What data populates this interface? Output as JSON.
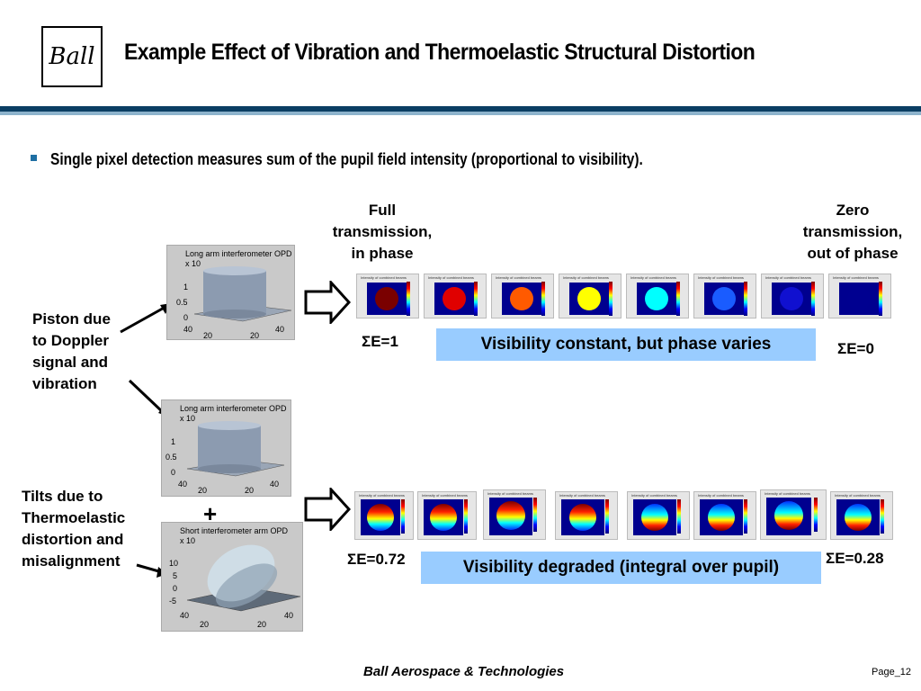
{
  "logo_text": "Ball",
  "title": "Example Effect of Vibration and Thermoelastic Structural Distortion",
  "bullet": "Single pixel detection measures sum of the pupil field intensity (proportional to visibility).",
  "labels": {
    "full": "Full\ntransmission,\nin phase",
    "zero": "Zero\ntransmission,\nout of phase",
    "piston": "Piston due\nto Doppler\nsignal and\nvibration",
    "tilts": "Tilts due to\nThermoelastic\ndistortion and\nmisalignment",
    "plus": "+"
  },
  "sigma": {
    "top_left": "ΣE=1",
    "top_right": "ΣE=0",
    "bottom_left": "ΣE=0.72",
    "bottom_right": "ΣE=0.28"
  },
  "callouts": {
    "top": "Visibility constant, but phase varies",
    "bottom": "Visibility degraded (integral over pupil)"
  },
  "plots": [
    {
      "title": "Long arm interferometer OPD",
      "exp": "x 10",
      "yticks": [
        "1",
        "0.5",
        "0"
      ],
      "xticks": [
        "40",
        "20",
        "20",
        "40"
      ]
    },
    {
      "title": "Long arm interferometer OPD",
      "exp": "x 10",
      "yticks": [
        "1",
        "0.5",
        "0"
      ],
      "xticks": [
        "40",
        "20",
        "20",
        "40"
      ]
    },
    {
      "title": "Short interferometer arm OPD",
      "exp": "x 10",
      "yticks": [
        "10",
        "5",
        "0",
        "-5"
      ],
      "xticks": [
        "40",
        "20",
        "20",
        "40"
      ]
    }
  ],
  "thumb_title": "Intensity of combined beams",
  "top_disk_colors": [
    "#7a0000",
    "#e00000",
    "#ff5a00",
    "#ffff00",
    "#00ffff",
    "#1a5cff",
    "#1010d0",
    "#000090"
  ],
  "footer": "Ball Aerospace & Technologies",
  "page": "Page_12"
}
